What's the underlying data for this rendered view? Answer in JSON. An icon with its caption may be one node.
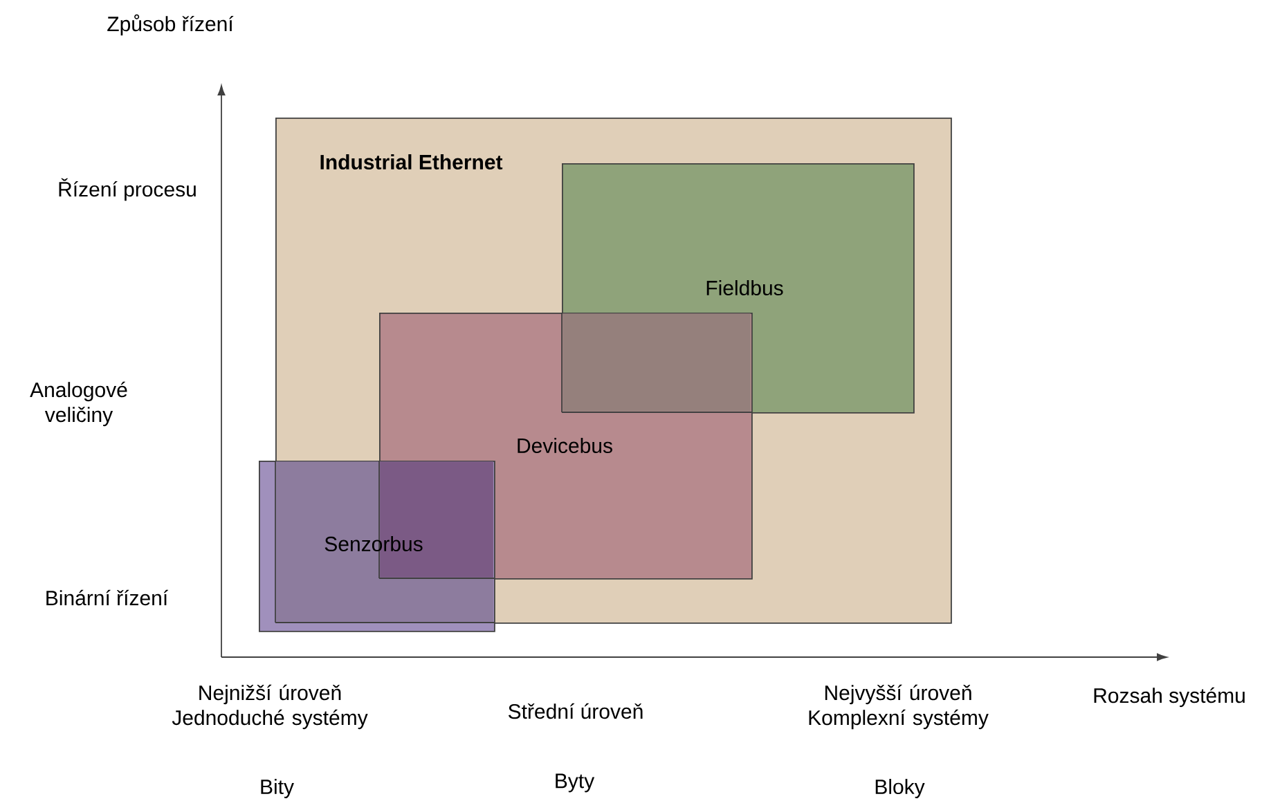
{
  "diagram": {
    "nodes": [
      {
        "text": [
          "Industrial Ethernet"
        ]
      },
      {
        "text": [
          "Fieldbus"
        ],
        "in": 0
      },
      {
        "text": [
          "Devicebus"
        ],
        "in": 0
      },
      {
        "text": [
          "Senzorbus"
        ]
      }
    ],
    "labels": [
      "Způsob řízení",
      "Řízení procesu",
      "Analogové veličiny",
      "Binární řízení",
      "Nejnižší úroveň Jednoduché systémy",
      "Střední úroveň",
      "Nejvyšší úroveň Komplexní systémy",
      "Rozsah systému",
      "Bity",
      "Byty",
      "Bloky"
    ]
  }
}
